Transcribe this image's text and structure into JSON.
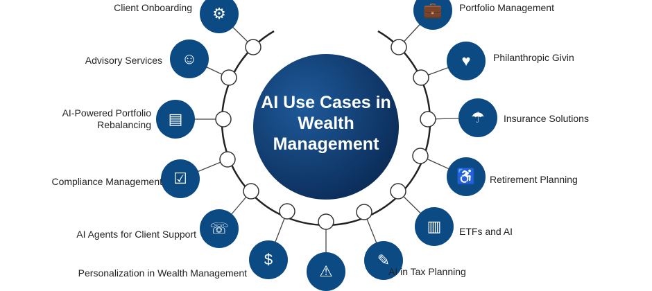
{
  "title": "AI Use Cases in Wealth Management",
  "colors": {
    "node": "#0c4a84",
    "center_dark": "#0a2a55",
    "center_light": "#1e5a9a"
  },
  "items": [
    {
      "label": "Client Onboarding",
      "icon": "team-gear-icon"
    },
    {
      "label": "Advisory Services",
      "icon": "advisor-icon"
    },
    {
      "label": "AI-Powered Portfolio Rebalancing",
      "icon": "folder-icon"
    },
    {
      "label": "Compliance Management",
      "icon": "checklist-warning-icon"
    },
    {
      "label": "AI Agents for Client Support",
      "icon": "support-agent-icon"
    },
    {
      "label": "Personalization in Wealth Management",
      "icon": "hand-assets-icon"
    },
    {
      "label": "",
      "icon": "checklist-alert-icon"
    },
    {
      "label": "AI in Tax Planning",
      "icon": "tax-document-icon"
    },
    {
      "label": "ETFs and AI",
      "icon": "etf-chart-icon"
    },
    {
      "label": "Retirement Planning",
      "icon": "rocking-chair-icon"
    },
    {
      "label": "Insurance Solutions",
      "icon": "umbrella-icon"
    },
    {
      "label": "Philanthropic Givin",
      "icon": "heart-hand-icon"
    },
    {
      "label": "Portfolio Management",
      "icon": "briefcase-gear-icon"
    }
  ]
}
